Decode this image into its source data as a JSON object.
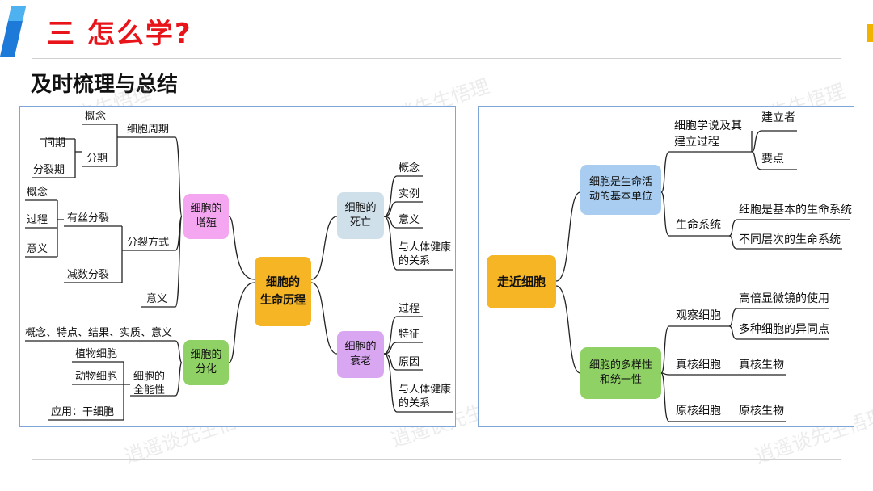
{
  "header": {
    "section_title": "三 怎么学?",
    "subtitle": "及时梳理与总结"
  },
  "colors": {
    "title_red": "#e8141a",
    "pink": "#f4a7f0",
    "blue_gray": "#cfe0ea",
    "orange": "#f6b524",
    "green": "#8fd165",
    "purple": "#d9a6f2",
    "blue": "#a8cdf0"
  },
  "left_map": {
    "center": "细胞的\n生命历程",
    "proliferation": {
      "node": "细胞的\n增殖",
      "cycle": {
        "label": "细胞周期",
        "concept": "概念",
        "stages": "分期",
        "interphase": "间期",
        "division_phase": "分裂期"
      },
      "modes": {
        "label": "分裂方式",
        "mitosis": "有丝分裂",
        "concept": "概念",
        "process": "过程",
        "meaning": "意义",
        "meiosis": "减数分裂"
      },
      "significance": "意义"
    },
    "differentiation": {
      "node": "细胞的\n分化",
      "summary": "概念、特点、结果、实质、意义",
      "totipotency": "细胞的\n全能性",
      "plant": "植物细胞",
      "animal": "动物细胞",
      "application": "应用：干细胞"
    },
    "death": {
      "node": "细胞的\n死亡",
      "items": [
        "概念",
        "实例",
        "意义",
        "与人体健康\n的关系"
      ]
    },
    "aging": {
      "node": "细胞的\n衰老",
      "items": [
        "过程",
        "特征",
        "原因",
        "与人体健康\n的关系"
      ]
    }
  },
  "right_map": {
    "center": "走近细胞",
    "unit": {
      "node": "细胞是生命活\n动的基本单位",
      "theory": "细胞学说及其\n建立过程",
      "founders": "建立者",
      "key_points": "要点",
      "systems": "生命系统",
      "basic_system": "细胞是基本的生命系统",
      "levels": "不同层次的生命系统"
    },
    "diversity": {
      "node": "细胞的多样性\n和统一性",
      "observe": "观察细胞",
      "microscope": "高倍显微镜的使用",
      "similarities": "多种细胞的异同点",
      "eukaryotic_cell": "真核细胞",
      "eukaryote": "真核生物",
      "prokaryotic_cell": "原核细胞",
      "prokaryote": "原核生物"
    }
  },
  "watermark": "逍遥谈先生悟理"
}
